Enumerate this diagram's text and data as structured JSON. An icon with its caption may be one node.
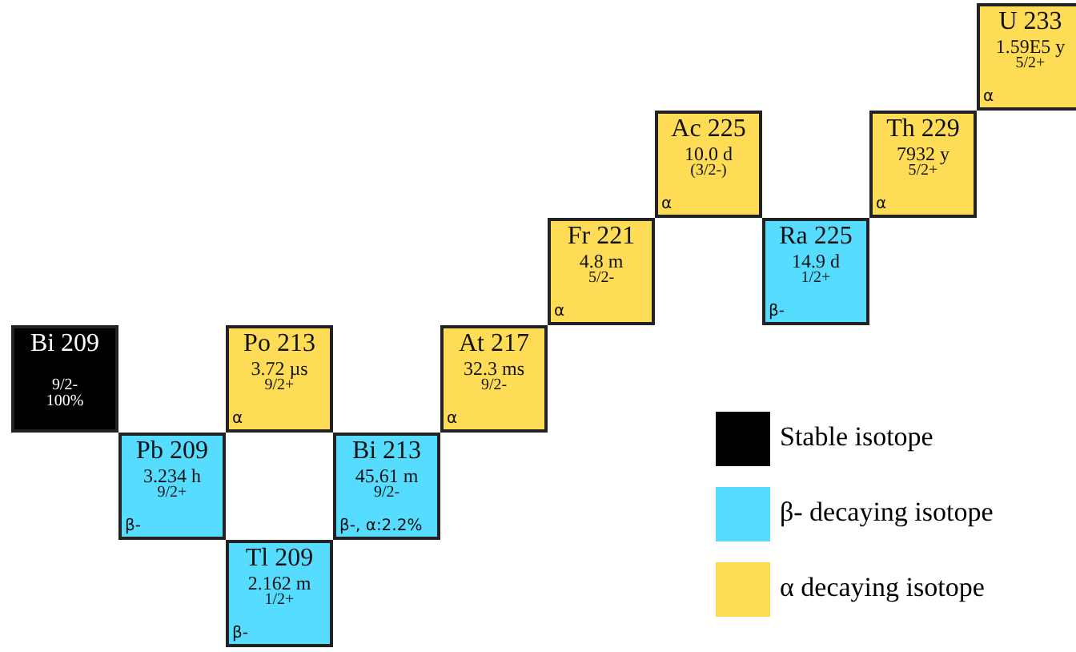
{
  "diagram": {
    "nodes": [
      {
        "text": [
          "U 233",
          "1.59E5 y",
          "5/2+",
          "α"
        ]
      },
      {
        "text": [
          "Ac 225",
          "10.0 d",
          "(3/2-)",
          "α"
        ]
      },
      {
        "text": [
          "Th 229",
          "7932 y",
          "5/2+",
          "α"
        ]
      },
      {
        "text": [
          "Fr 221",
          "4.8 m",
          "5/2-",
          "α"
        ]
      },
      {
        "text": [
          "Ra 225",
          "14.9 d",
          "1/2+",
          "β-"
        ]
      },
      {
        "text": [
          "Bi 209",
          "9/2-",
          "100%"
        ]
      },
      {
        "text": [
          "Po 213",
          "3.72 µs",
          "9/2+",
          "α"
        ]
      },
      {
        "text": [
          "At 217",
          "32.3 ms",
          "9/2-",
          "α"
        ]
      },
      {
        "text": [
          "Pb 209",
          "3.234 h",
          "9/2+",
          "β-"
        ]
      },
      {
        "text": [
          "Bi 213",
          "45.61 m",
          "9/2-",
          "β-, α:2.2%"
        ]
      },
      {
        "text": [
          "Tl 209",
          "2.162 m",
          "1/2+",
          "β-"
        ]
      }
    ],
    "legend": [
      {
        "text": "Stable isotope",
        "color": "#000000"
      },
      {
        "text": "β- decaying isotope",
        "color": "#55dcff"
      },
      {
        "text": "α decaying isotope",
        "color": "#ffdc55"
      }
    ]
  }
}
